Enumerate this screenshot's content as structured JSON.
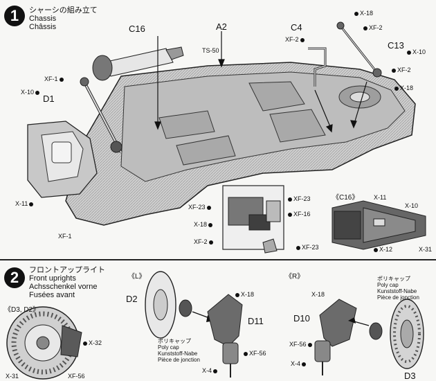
{
  "step1": {
    "number": "1",
    "title_lines": [
      "シャーシの組み立て",
      "Chassis",
      "Châssis"
    ]
  },
  "step2": {
    "number": "2",
    "title_lines": [
      "フロントアップライト",
      "Front uprights",
      "Achsschenkel vorne",
      "Fusées avant"
    ]
  },
  "parts": {
    "c16": "C16",
    "a2": "A2",
    "c4": "C4",
    "c13": "C13",
    "d1": "D1",
    "ts50": "TS-50",
    "d2": "D2",
    "d11": "D11",
    "d10": "D10",
    "d3": "D3"
  },
  "screws": {
    "x18_top": "X-18",
    "xf2_top": "XF-2",
    "xf2_c4": "XF-2",
    "x10_c13": "X-10",
    "xf2_c13": "XF-2",
    "x18_c13": "X-18",
    "xf1_left": "XF-1",
    "x10_left": "X-10",
    "x11_left": "X-11",
    "xf1_bottom": "XF-1",
    "xf23_a": "XF-23",
    "xf23_b": "XF-23",
    "xf16": "XF-16",
    "x18_mid": "X-18",
    "xf2_mid": "XF-2",
    "xf23_c": "XF-23",
    "x11_c16": "X-11",
    "x10_c16": "X-10",
    "x12_c16": "X-12",
    "x31_c16": "X-31",
    "x32": "X-32",
    "x31_d3": "X-31",
    "xf56_d3": "XF-56",
    "x18_l": "X-18",
    "xf56_l": "XF-56",
    "x4_l": "X-4",
    "x18_r": "X-18",
    "xf56_r": "XF-56",
    "x4_r": "X-4"
  },
  "callouts": {
    "c16_detail": "《C16》",
    "d3_d2": "《D3, D2》",
    "left": "《L》",
    "right": "《R》"
  },
  "polycap_l": [
    "ポリキャップ",
    "Poly cap",
    "Kunststoff-Nabe",
    "Pièce de jonction"
  ],
  "polycap_r": [
    "ポリキャップ",
    "Poly cap",
    "Kunststoff-Nabe",
    "Pièce de jonction"
  ]
}
